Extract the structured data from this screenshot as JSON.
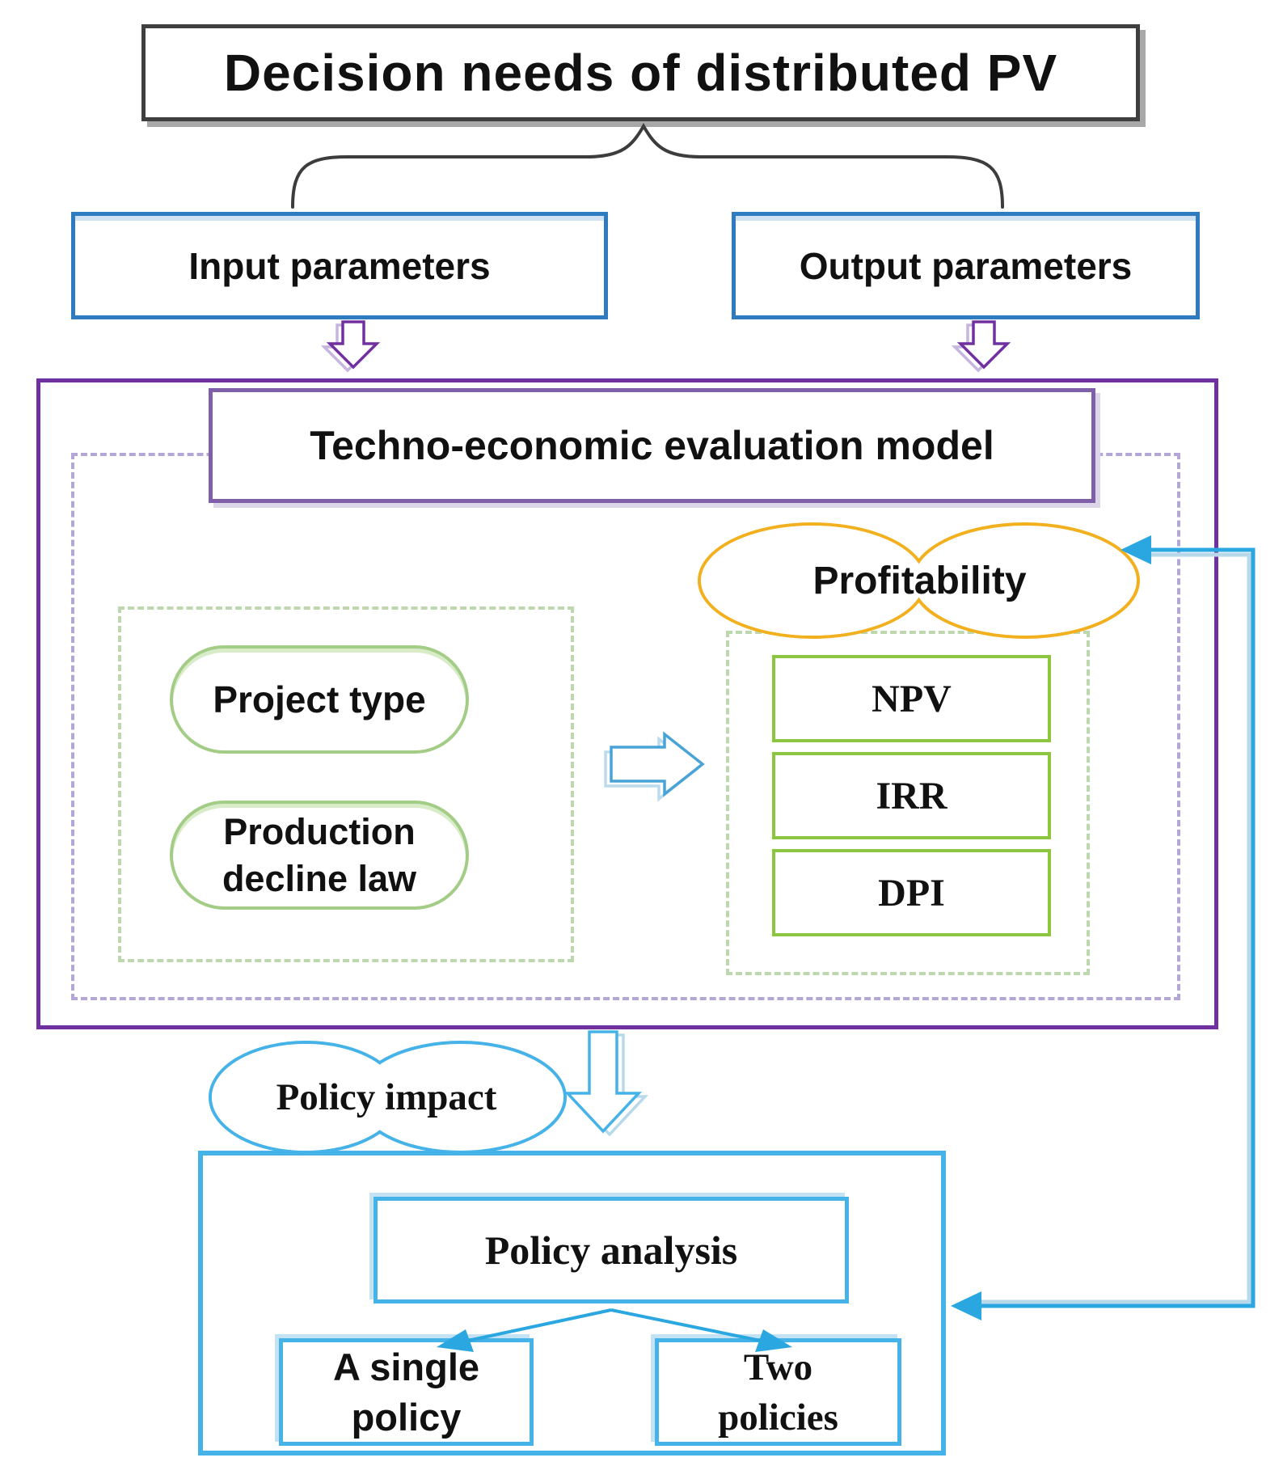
{
  "title": "Decision needs of distributed PV",
  "parameters": {
    "input_label": "Input parameters",
    "output_label": "Output parameters"
  },
  "model": {
    "title": "Techno-economic evaluation model",
    "project_type": "Project type",
    "production_decline": [
      "Production",
      "decline law"
    ],
    "profitability": "Profitability",
    "indicators": [
      "NPV",
      "IRR",
      "DPI"
    ]
  },
  "policy": {
    "impact": "Policy impact",
    "analysis": "Policy analysis",
    "single": [
      "A single",
      "policy"
    ],
    "two": [
      "Two",
      "policies"
    ]
  },
  "colors": {
    "title_border": "#3f3f3f",
    "param_border": "#2f7bbf",
    "model_border": "#7030a0",
    "dashed_purple": "#b4a7d6",
    "dashed_green": "#bdd7ae",
    "pill_green": "#a3cd87",
    "indicator_green": "#8cc63f",
    "profit_cloud_orange": "#f2b01e",
    "policy_blue": "#45b2e8",
    "feedback_blue": "#2aa7e0",
    "arrow_purple": "#7030a0"
  }
}
